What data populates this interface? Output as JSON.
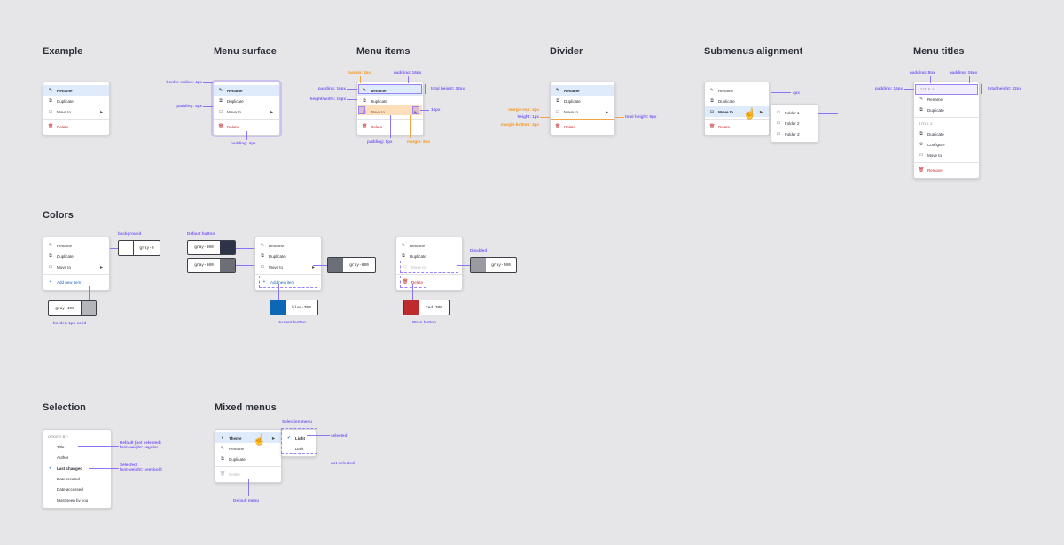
{
  "headings": {
    "example": "Example",
    "surface": "Menu surface",
    "items": "Menu items",
    "divider": "Divider",
    "submenus": "Submenus alignment",
    "titles": "Menu titles",
    "colors": "Colors",
    "selection": "Selection",
    "mixed": "Mixed menus"
  },
  "menu": {
    "rename": "Rename",
    "duplicate": "Duplicate",
    "move_to": "Move to",
    "delete": "Delete",
    "remove": "Remove",
    "configure": "Configure",
    "add_new_item": "Add new item",
    "folder_1": "Folder 1",
    "folder_2": "Folder 2",
    "folder_3": "Folder 3",
    "title_1": "TITLE 1",
    "title_2": "TITLE 2"
  },
  "annotations": {
    "border_radius": "border-radius: 4px",
    "padding_4": "padding: 4px",
    "padding_4_bottom": "padding: 4px",
    "margin_8": "margin: 8px",
    "padding_16_top": "padding: 16px",
    "padding_16_left": "padding: 16px",
    "height_width_16": "height/width: 16px",
    "total_height_32": "total height: 32px",
    "size_16": "16px",
    "padding_8": "padding: 8px",
    "margin_8_bottom": "margin: 8px",
    "margin_top_4": "margin-top: 4px",
    "height_1": "height: 1px",
    "margin_bottom_4": "margin-bottom: 4px",
    "total_height_9": "total height: 9px",
    "four_px": "4px",
    "titles_padding_8": "padding: 8px",
    "titles_padding_16_top": "padding: 16px",
    "titles_padding_16_left": "padding: 16px",
    "titles_total_height": "total height: 32px",
    "background": "background",
    "border_1px": "border: 1px solid",
    "default_button": "Default button",
    "accent_button": "Accent button",
    "disabled": "Disabled",
    "warn_button": "Warn button",
    "default_not_selected": "Default (not selected)\nfont-weight: regular",
    "selected": "Selected\nfont-weight: semibold",
    "selection_menu": "Selection menu",
    "selected_short": "selected",
    "not_selected": "not selected",
    "default_menu": "Default menu"
  },
  "swatches": {
    "gray_0": "gray-0",
    "gray_400": "gray-400",
    "gray_800": "gray-800",
    "gray_600": "gray-600",
    "gray_600b": "gray-600",
    "blue_700": "blue-700",
    "gray_500": "gray-500",
    "red_700": "red-700"
  },
  "selection": {
    "order_by": "ORDER BY:",
    "items": [
      "Title",
      "Author",
      "Last changed",
      "Date created",
      "Date accessed",
      "Most seen by you"
    ],
    "selected_index": 2
  },
  "mixed": {
    "theme": "Theme",
    "rename": "Rename",
    "duplicate": "Duplicate",
    "delete": "Delete",
    "light": "Light",
    "dark": "Dark"
  },
  "colors_map": {
    "accent": "#7c5cf4",
    "orange": "#f39523",
    "blue_700": "#0c67b4",
    "red_700": "#bd2b2f",
    "gray_800": "#2d3447",
    "gray_600": "#6d6f78",
    "gray_500": "#9a9ba2",
    "gray_400": "#b4b5bb",
    "selected_bg": "#dfeafb",
    "warn_text": "#c8292e"
  }
}
